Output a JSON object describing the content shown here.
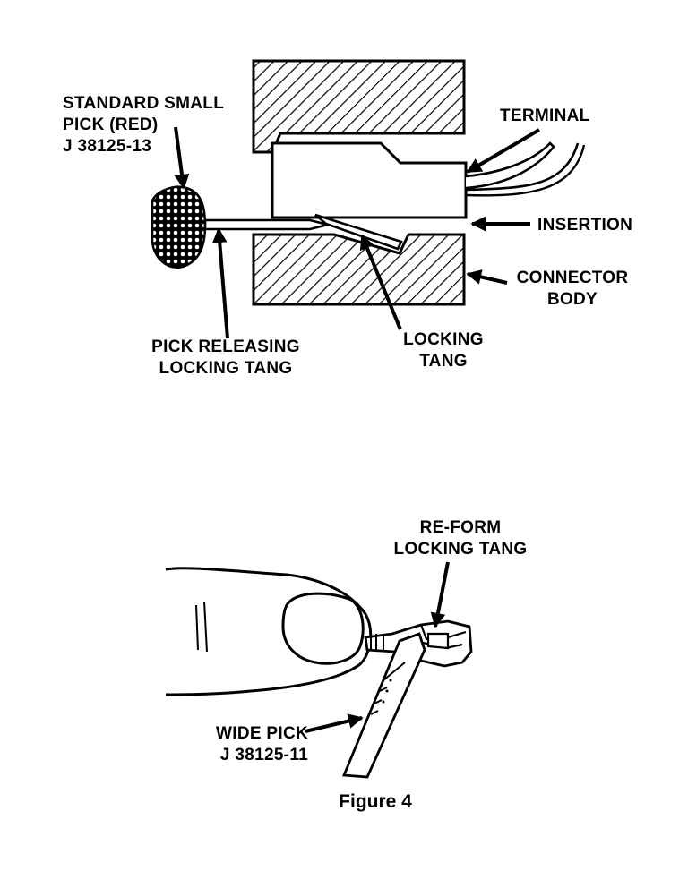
{
  "labels": {
    "pick_small": [
      "STANDARD SMALL",
      "PICK (RED)",
      "J 38125-13"
    ],
    "terminal": "TERMINAL",
    "insertion": "INSERTION",
    "connector_body": [
      "CONNECTOR",
      "BODY"
    ],
    "pick_releasing": [
      "PICK RELEASING",
      "LOCKING TANG"
    ],
    "locking_tang": [
      "LOCKING",
      "TANG"
    ],
    "reform": [
      "RE-FORM",
      "LOCKING TANG"
    ],
    "wide_pick": [
      "WIDE PICK",
      "J 38125-11"
    ]
  },
  "caption": "Figure 4"
}
